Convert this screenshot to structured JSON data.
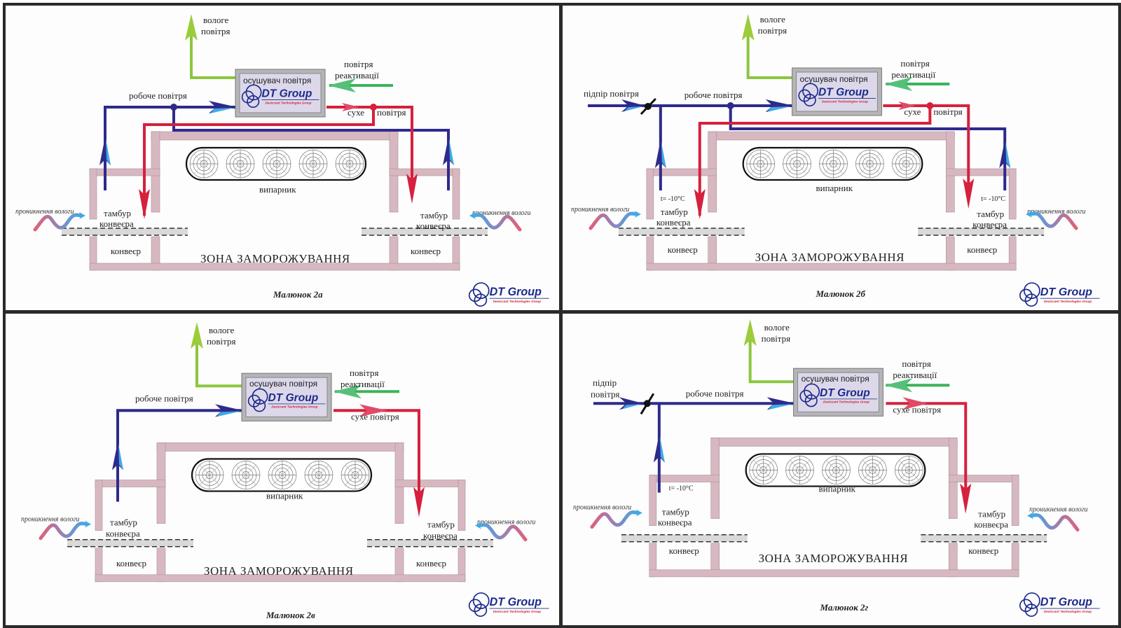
{
  "colors": {
    "working_air": "#2e2a8c",
    "working_air_light": "#3fa9e6",
    "dry_air": "#d6203e",
    "wet_air": "#8cc63f",
    "reactivation_air": "#3cb35a",
    "chamber_wall": "#d8b8c0",
    "conveyor_belt": "#d9d9d9",
    "frame": "#2a2a2a",
    "logo_blue": "#1c2a8c",
    "logo_red": "#cc2233"
  },
  "logo": {
    "brand": "DT Group",
    "tagline": "Desiccant Technologies Group"
  },
  "panels": [
    {
      "id": "2a",
      "caption": "Малюнок 2а",
      "labels": {
        "wet_air_1": "вологе",
        "wet_air_2": "повітря",
        "dehumidifier": "осушувач повітря",
        "reactivation_1": "повітря",
        "reactivation_2": "реактивації",
        "working_air": "робоче повітря",
        "dry_air_1": "сухе",
        "dry_air_2": "повітря",
        "evaporator": "випарник",
        "moisture_left": "проникнення вологи",
        "moisture_right": "проникнення вологи",
        "vestibule_left_1": "тамбур",
        "vestibule_left_2": "конвеєра",
        "vestibule_right_1": "тамбур",
        "vestibule_right_2": "конвеєра",
        "conveyor_left": "конвеєр",
        "conveyor_right": "конвеєр",
        "freezing_zone": "ЗОНА ЗАМОРОЖУВАННЯ"
      }
    },
    {
      "id": "2b",
      "caption": "Малюнок 2б",
      "labels": {
        "wet_air_1": "вологе",
        "wet_air_2": "повітря",
        "dehumidifier": "осушувач повітря",
        "reactivation_1": "повітря",
        "reactivation_2": "реактивації",
        "makeup_air": "підпір повітря",
        "working_air": "робоче повітря",
        "dry_air_1": "сухе",
        "dry_air_2": "повітря",
        "temp_left": "t= -10°C",
        "temp_right": "t= -10°C",
        "evaporator": "випарник",
        "moisture_left": "проникнення вологи",
        "moisture_right": "проникнення вологи",
        "vestibule_left_1": "тамбур",
        "vestibule_left_2": "конвеєра",
        "vestibule_right_1": "тамбур",
        "vestibule_right_2": "конвеєра",
        "conveyor_left": "конвеєр",
        "conveyor_right": "конвеєр",
        "freezing_zone": "ЗОНА ЗАМОРОЖУВАННЯ"
      }
    },
    {
      "id": "2c",
      "caption": "Малюнок 2в",
      "labels": {
        "wet_air_1": "вологе",
        "wet_air_2": "повітря",
        "dehumidifier": "осушувач повітря",
        "reactivation_1": "повітря",
        "reactivation_2": "реактивації",
        "working_air": "робоче повітря",
        "dry_air": "сухе повітря",
        "evaporator": "випарник",
        "moisture_left": "проникнення вологи",
        "moisture_right": "проникнення вологи",
        "vestibule_left_1": "тамбур",
        "vestibule_left_2": "конвеєра",
        "vestibule_right_1": "тамбур",
        "vestibule_right_2": "конвеєра",
        "conveyor_left": "конвеєр",
        "conveyor_right": "конвеєр",
        "freezing_zone": "ЗОНА ЗАМОРОЖУВАННЯ"
      }
    },
    {
      "id": "2d",
      "caption": "Малюнок 2г",
      "labels": {
        "wet_air_1": "вологе",
        "wet_air_2": "повітря",
        "dehumidifier": "осушувач повітря",
        "reactivation_1": "повітря",
        "reactivation_2": "реактивації",
        "makeup_air_1": "підпір",
        "makeup_air_2": "повітря",
        "working_air": "робоче повітря",
        "dry_air": "сухе повітря",
        "temp_left": "t= -10°C",
        "evaporator": "випарник",
        "moisture_left": "проникнення вологи",
        "moisture_right": "проникнення вологи",
        "vestibule_left_1": "тамбур",
        "vestibule_left_2": "конвеєра",
        "vestibule_right_1": "тамбур",
        "vestibule_right_2": "конвеєра",
        "conveyor_left": "конвеєр",
        "conveyor_right": "конвеєр",
        "freezing_zone": "ЗОНА ЗАМОРОЖУВАННЯ"
      }
    }
  ]
}
